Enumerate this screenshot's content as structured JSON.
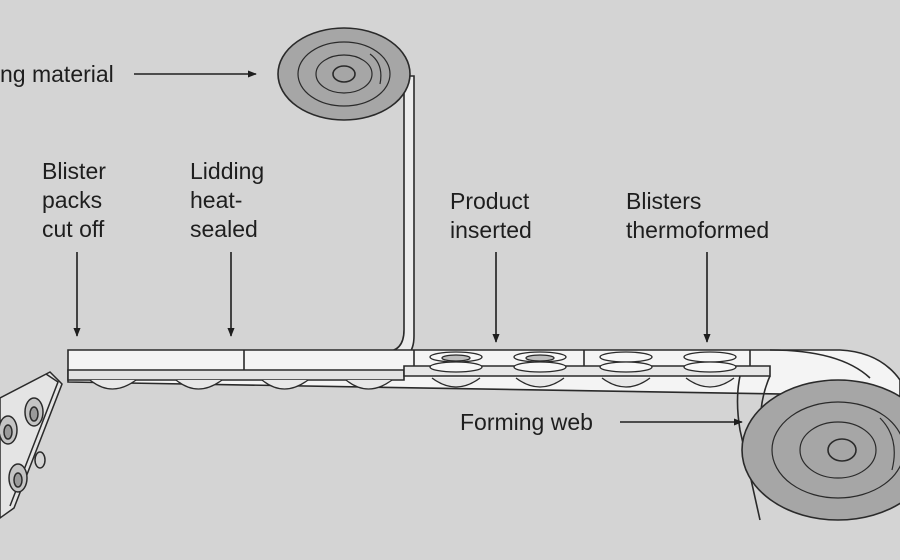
{
  "labels": {
    "lidding_material": "ng material",
    "blister_packs": [
      "Blister",
      "packs",
      "cut off"
    ],
    "lidding_sealed": [
      "Lidding",
      "heat-",
      "sealed"
    ],
    "product_inserted": [
      "Product",
      "inserted"
    ],
    "blisters_thermoformed": [
      "Blisters",
      "thermoformed"
    ],
    "forming_web": "Forming web"
  },
  "colors": {
    "background": "#d4d4d4",
    "roll_fill": "#a6a6a6",
    "web_fill": "#f2f2f2",
    "stroke": "#2a2a2a"
  }
}
